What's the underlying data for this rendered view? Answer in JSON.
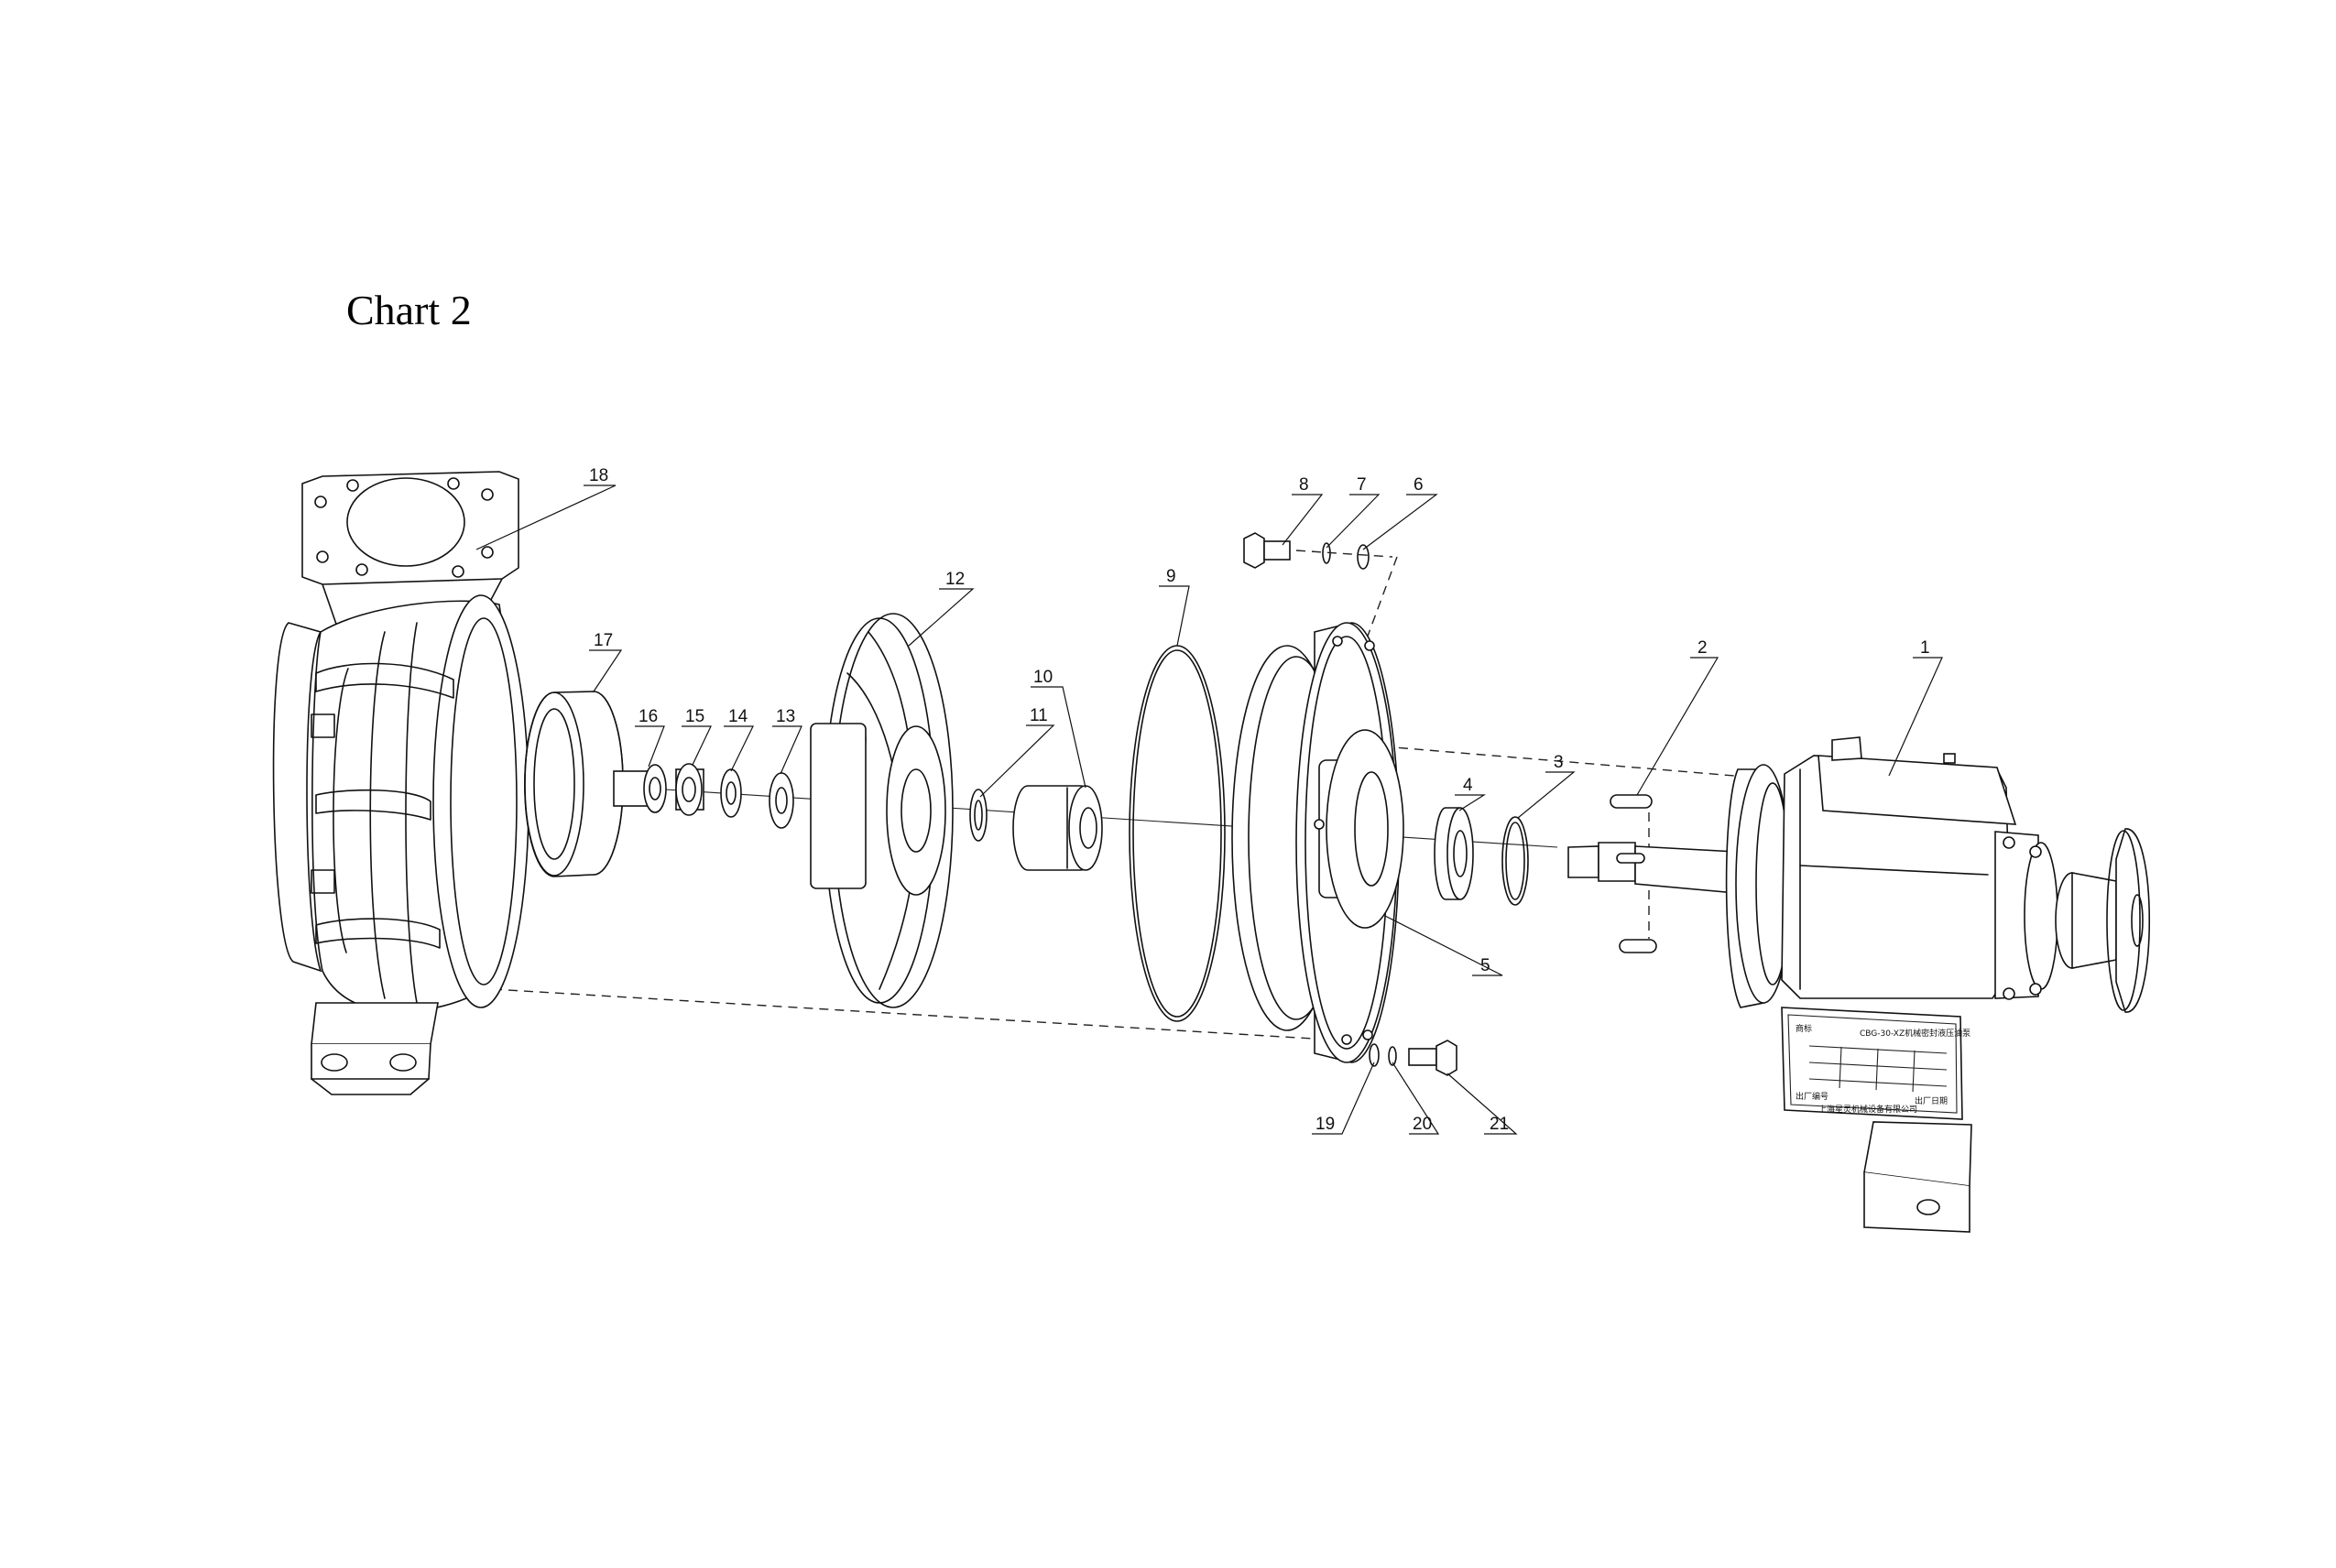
{
  "title": "Chart 2",
  "colors": {
    "line": "#111111",
    "background": "#ffffff"
  },
  "callouts": [
    {
      "id": "1",
      "label": "1"
    },
    {
      "id": "2",
      "label": "2"
    },
    {
      "id": "3",
      "label": "3"
    },
    {
      "id": "4",
      "label": "4"
    },
    {
      "id": "5",
      "label": "5"
    },
    {
      "id": "6",
      "label": "6"
    },
    {
      "id": "7",
      "label": "7"
    },
    {
      "id": "8",
      "label": "8"
    },
    {
      "id": "9",
      "label": "9"
    },
    {
      "id": "10",
      "label": "10"
    },
    {
      "id": "11",
      "label": "11"
    },
    {
      "id": "12",
      "label": "12"
    },
    {
      "id": "13",
      "label": "13"
    },
    {
      "id": "14",
      "label": "14"
    },
    {
      "id": "15",
      "label": "15"
    },
    {
      "id": "16",
      "label": "16"
    },
    {
      "id": "17",
      "label": "17"
    },
    {
      "id": "18",
      "label": "18"
    },
    {
      "id": "19",
      "label": "19"
    },
    {
      "id": "20",
      "label": "20"
    },
    {
      "id": "21",
      "label": "21"
    }
  ],
  "nameplate": {
    "brand": "商标",
    "model": "CBG-30-XZ机械密封液压油泵",
    "serial_label": "出厂编号",
    "date_label": "出厂日期",
    "maker": "上海星灵机械设备有限公司"
  }
}
